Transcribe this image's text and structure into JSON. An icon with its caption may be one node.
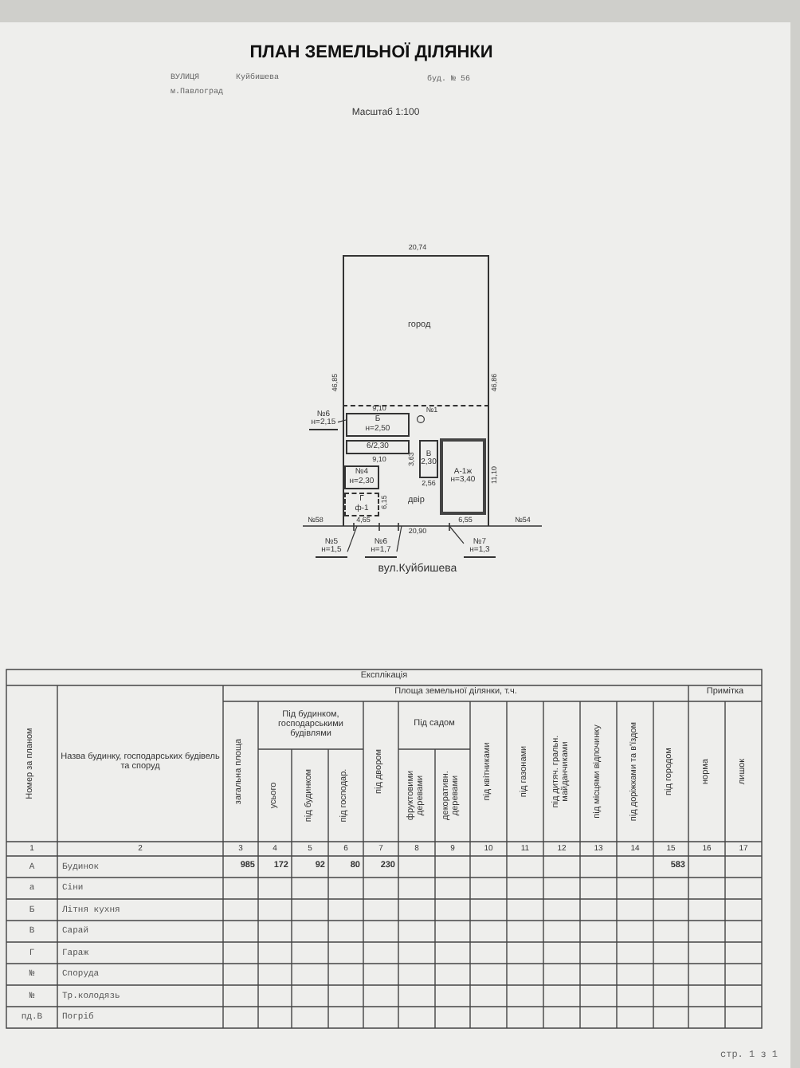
{
  "diagram": {
    "title": "ПЛАН ЗЕМЕЛЬНОЇ ДІЛЯНКИ",
    "nodes": [
      {
        "text": [
          "город"
        ]
      },
      {
        "text": [
          "двір"
        ]
      },
      {
        "text": [
          "Б",
          "н=2,50"
        ],
        "in": 1
      },
      {
        "text": [
          "6/2,30"
        ],
        "in": 1
      },
      {
        "text": [
          "№4",
          "н=2,30"
        ],
        "in": 1
      },
      {
        "text": [
          "Г",
          "ф-1"
        ],
        "in": 1
      },
      {
        "text": [
          "В",
          "2,30"
        ],
        "in": 1
      },
      {
        "text": [
          "А-1ж",
          "н=3,40"
        ],
        "in": 1
      },
      {
        "text": [
          "№5",
          "н=1,5"
        ]
      },
      {
        "text": [
          "№6",
          "н=1,7"
        ]
      },
      {
        "text": [
          "№7",
          "н=1,3"
        ]
      },
      {
        "text": [
          "№6",
          "н=2,15"
        ]
      }
    ],
    "edges": [
      {
        "from": 8,
        "to": 1,
        "arrow": "none"
      },
      {
        "from": 9,
        "to": 1,
        "arrow": "none"
      },
      {
        "from": 10,
        "to": 1,
        "arrow": "none"
      },
      {
        "from": 11,
        "to": 2,
        "arrow": "none"
      }
    ],
    "labels": [
      "ВУЛИЦЯ",
      "Куйбишева",
      "буд. № 56",
      "м.Павлоград",
      "Масштаб 1:100",
      "20,74",
      "46,85",
      "46,86",
      "9,10",
      "№1",
      "9,10",
      "3,63",
      "11,10",
      "2,56",
      "6,15",
      "№58",
      "4,65",
      "6,55",
      "№54",
      "20,90",
      "вул.Куйбишева",
      "Експлікація",
      "Номер за планом",
      "Назва будинку, господарських будівель та споруд",
      "Площа земельної ділянки, т.ч.",
      "Примітка",
      "загальна площа",
      "Під будинком, господарськими будівлями",
      "усього",
      "під будинком",
      "під господар.",
      "під двором",
      "Під садом",
      "фруктовими деревами",
      "декоративн. деревами",
      "під квітниками",
      "під газонами",
      "під дитяч. гральн. майданчиками",
      "під місцями відпочинку",
      "під доріжками та в'їздом",
      "під городом",
      "норма",
      "лишок",
      "1",
      "2",
      "3",
      "4",
      "5",
      "6",
      "7",
      "8",
      "9",
      "10",
      "11",
      "12",
      "13",
      "14",
      "15",
      "16",
      "17",
      "А",
      "Будинок",
      "985",
      "172",
      "92",
      "80",
      "230",
      "583",
      "а",
      "Сіни",
      "Б",
      "Літня кухня",
      "В",
      "Сарай",
      "Г",
      "Гараж",
      "№",
      "Споруда",
      "№",
      "Тр.колодязь",
      "пд.В",
      "Погріб",
      "стр. 1 з 1"
    ]
  }
}
